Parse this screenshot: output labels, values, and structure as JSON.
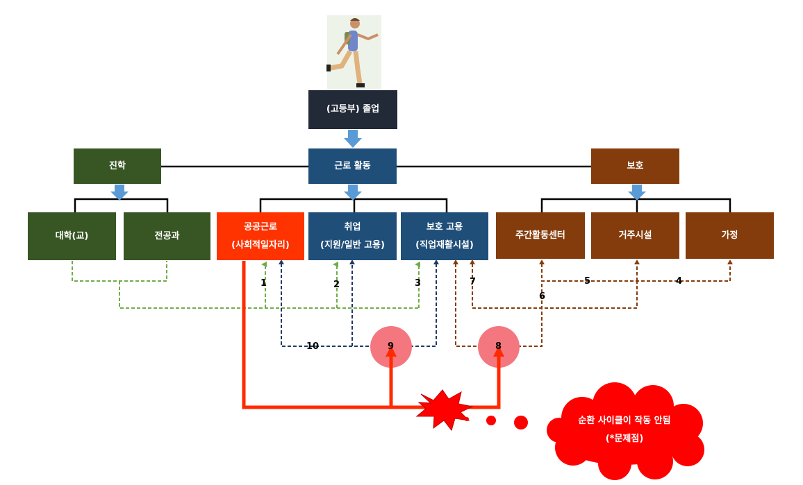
{
  "colors": {
    "dark": "#222a38",
    "blue": "#1f4e79",
    "green": "#375623",
    "brown": "#843c0c",
    "red": "#ff3300",
    "arrow_blue": "#5b9bd5",
    "green_dash": "#70ad47",
    "navy_dash": "#203864",
    "brown_dash": "#843c0c",
    "red_line": "#ff2a00",
    "pink_circle": "#f4777f"
  },
  "figure": {
    "icon": "running-person-icon"
  },
  "nodes": {
    "graduation": "(고등부) 졸업",
    "work": "근로 활동",
    "study": "진학",
    "protection": "보호",
    "university": "대학(교)",
    "major": "전공과",
    "public_work": {
      "line1": "공공근로",
      "line2": "(사회적일자리)"
    },
    "employment": {
      "line1": "취업",
      "line2": "(지원/일반 고용)"
    },
    "sheltered": {
      "line1": "보호 고용",
      "line2": "(직업재활시설)"
    },
    "day_center": "주간활동센터",
    "residence": "거주시설",
    "home": "가정"
  },
  "paths": [
    {
      "label": "1",
      "from": "진학",
      "to": "공공근로"
    },
    {
      "label": "2",
      "from": "진학",
      "to": "취업"
    },
    {
      "label": "3",
      "from": "진학",
      "to": "보호 고용"
    },
    {
      "label": "4",
      "from": "주간활동센터",
      "to": "가정"
    },
    {
      "label": "5",
      "from": "주간활동센터",
      "to": "거주시설"
    },
    {
      "label": "6",
      "from": "보호 고용",
      "to": "거주시설"
    },
    {
      "label": "7",
      "from": "거주시설",
      "to": "보호 고용"
    },
    {
      "label": "8",
      "from": "주간활동센터",
      "to": "보호 고용"
    },
    {
      "label": "9",
      "from": "공공근로",
      "to": "취업/보호 고용"
    },
    {
      "label": "10",
      "from": "취업",
      "to": "공공근로"
    }
  ],
  "problem": {
    "line1": "순환 사이클이 작동 안됨",
    "line2": "(*문제점)"
  }
}
